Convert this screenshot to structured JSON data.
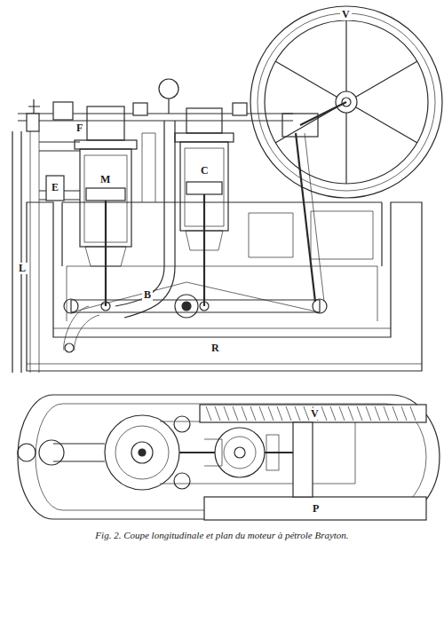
{
  "diagram": {
    "caption": "Fig. 2. Coupe longitudinale et plan du moteur à pétrole Brayton.",
    "labels": [
      "V",
      "F",
      "E",
      "M",
      "C",
      "L",
      "B",
      "R",
      "V",
      "P"
    ]
  }
}
